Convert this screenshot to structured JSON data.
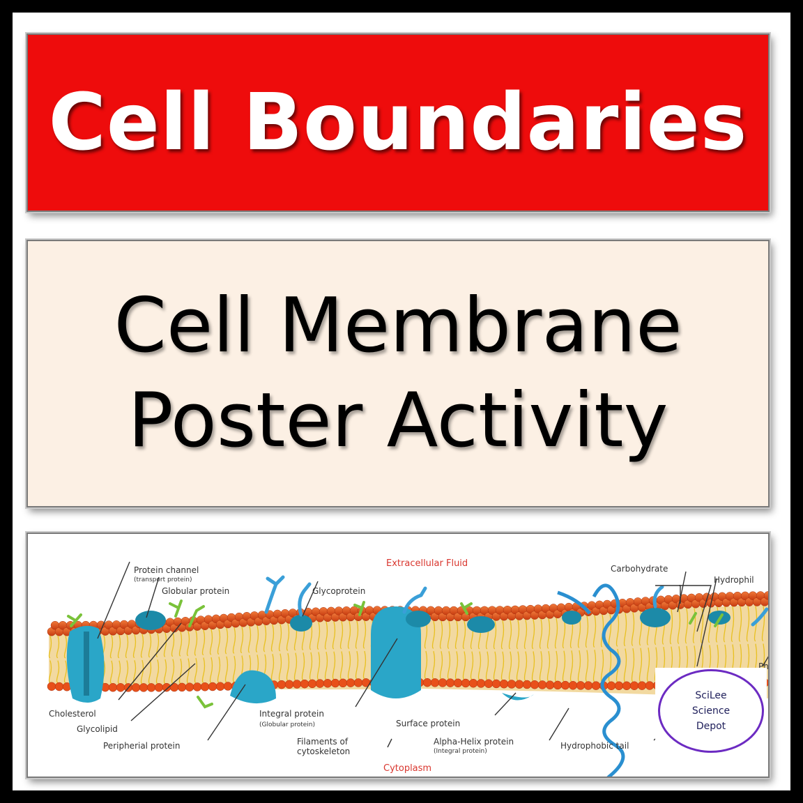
{
  "title": "Cell Boundaries",
  "subtitle": [
    "Cell Membrane",
    "Poster Activity"
  ],
  "diagram": {
    "top_label": "Extracellular Fluid",
    "bottom_label": "Cytoplasm",
    "labels": {
      "protein_channel": "Protein channel",
      "transport_protein": "(transport protein)",
      "globular_protein": "Globular protein",
      "glycoprotein": "Glycoprotein",
      "carbohydrate": "Carbohydrate",
      "hydrophilic": "Hydrophil",
      "cholesterol": "Cholesterol",
      "glycolipid": "Glycolipid",
      "peripheral_protein": "Peripherial protein",
      "integral_protein": "Integral protein",
      "integral_protein_sub": "(Globular protein)",
      "filaments": "Filaments of",
      "filaments_sub": "cytoskeleton",
      "surface_protein": "Surface protein",
      "alpha_helix": "Alpha-Helix protein",
      "alpha_helix_sub": "(Integral protein)",
      "hydrophobic_tail": "Hydrophobic tail",
      "partial_ph": "Ph"
    }
  },
  "badge": [
    "SciLee",
    "Science",
    "Depot"
  ],
  "colors": {
    "title_bg": "#ee0c0c",
    "subtitle_bg": "#fcf0e4",
    "frame": "#000000",
    "lipid_head": "#e8501a",
    "lipid_tail": "#e8c020",
    "protein": "#2aa6c8",
    "glycan": "#3a9fd8",
    "badge_ring": "#6c2bc2"
  }
}
